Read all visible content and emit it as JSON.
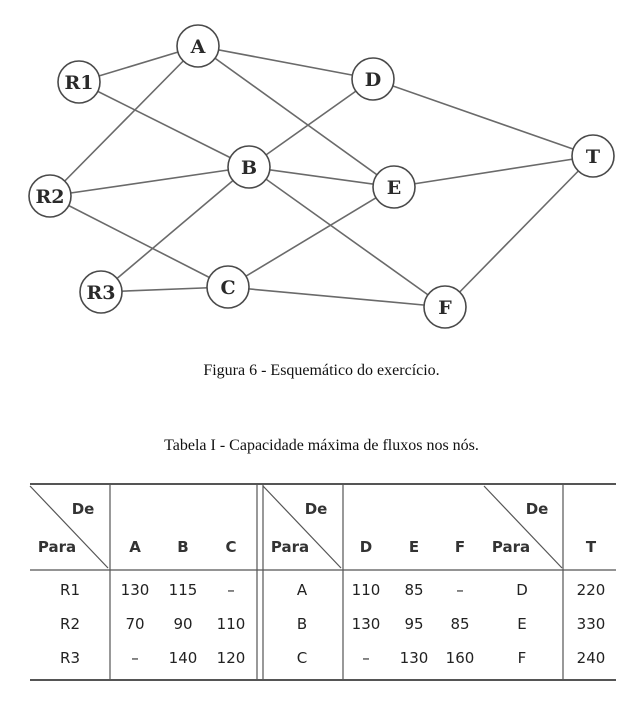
{
  "diagram": {
    "nodes": [
      {
        "id": "A",
        "label": "A"
      },
      {
        "id": "R1",
        "label": "R1"
      },
      {
        "id": "D",
        "label": "D"
      },
      {
        "id": "T",
        "label": "T"
      },
      {
        "id": "B",
        "label": "B"
      },
      {
        "id": "E",
        "label": "E"
      },
      {
        "id": "R2",
        "label": "R2"
      },
      {
        "id": "R3",
        "label": "R3"
      },
      {
        "id": "C",
        "label": "C"
      },
      {
        "id": "F",
        "label": "F"
      }
    ],
    "edges": [
      [
        "R1",
        "A"
      ],
      [
        "R1",
        "B"
      ],
      [
        "R2",
        "A"
      ],
      [
        "R2",
        "B"
      ],
      [
        "R2",
        "C"
      ],
      [
        "R3",
        "B"
      ],
      [
        "R3",
        "C"
      ],
      [
        "A",
        "D"
      ],
      [
        "A",
        "E"
      ],
      [
        "B",
        "D"
      ],
      [
        "B",
        "E"
      ],
      [
        "B",
        "F"
      ],
      [
        "C",
        "E"
      ],
      [
        "C",
        "F"
      ],
      [
        "D",
        "T"
      ],
      [
        "E",
        "T"
      ],
      [
        "F",
        "T"
      ]
    ]
  },
  "figure_caption": "Figura 6  - Esquemático do exercício.",
  "table_caption": "Tabela I - Capacidade máxima de  fluxos nos nós.",
  "table": {
    "de": "De",
    "para": "Para",
    "block1": {
      "cols": [
        "A",
        "B",
        "C"
      ],
      "rows": [
        {
          "label": "R1",
          "values": [
            "130",
            "115",
            "–"
          ]
        },
        {
          "label": "R2",
          "values": [
            "70",
            "90",
            "110"
          ]
        },
        {
          "label": "R3",
          "values": [
            "–",
            "140",
            "120"
          ]
        }
      ]
    },
    "block2": {
      "cols": [
        "D",
        "E",
        "F"
      ],
      "rows": [
        {
          "label": "A",
          "values": [
            "110",
            "85",
            "–"
          ]
        },
        {
          "label": "B",
          "values": [
            "130",
            "95",
            "85"
          ]
        },
        {
          "label": "C",
          "values": [
            "–",
            "130",
            "160"
          ]
        }
      ]
    },
    "block3": {
      "cols": [
        "T"
      ],
      "rows": [
        {
          "label": "D",
          "values": [
            "220"
          ]
        },
        {
          "label": "E",
          "values": [
            "330"
          ]
        },
        {
          "label": "F",
          "values": [
            "240"
          ]
        }
      ]
    }
  }
}
